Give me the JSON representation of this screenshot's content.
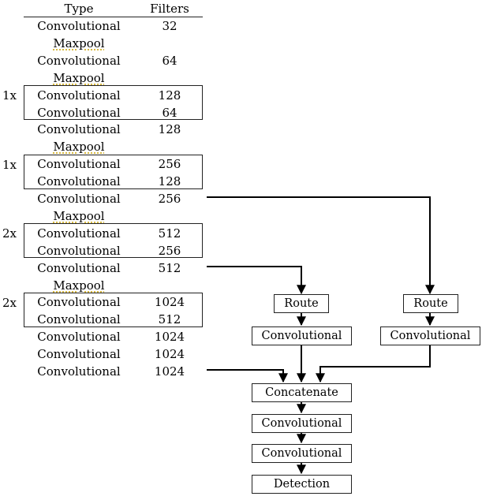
{
  "table": {
    "header_type": "Type",
    "header_filters": "Filters",
    "rows": [
      {
        "type": "Convolutional",
        "filters": "32"
      },
      {
        "type": "Maxpool",
        "filters": ""
      },
      {
        "type": "Convolutional",
        "filters": "64"
      },
      {
        "type": "Maxpool",
        "filters": ""
      },
      {
        "type": "Convolutional",
        "filters": "128"
      },
      {
        "type": "Convolutional",
        "filters": "64"
      },
      {
        "type": "Convolutional",
        "filters": "128"
      },
      {
        "type": "Maxpool",
        "filters": ""
      },
      {
        "type": "Convolutional",
        "filters": "256"
      },
      {
        "type": "Convolutional",
        "filters": "128"
      },
      {
        "type": "Convolutional",
        "filters": "256"
      },
      {
        "type": "Maxpool",
        "filters": ""
      },
      {
        "type": "Convolutional",
        "filters": "512"
      },
      {
        "type": "Convolutional",
        "filters": "256"
      },
      {
        "type": "Convolutional",
        "filters": "512"
      },
      {
        "type": "Maxpool",
        "filters": ""
      },
      {
        "type": "Convolutional",
        "filters": "1024"
      },
      {
        "type": "Convolutional",
        "filters": "512"
      },
      {
        "type": "Convolutional",
        "filters": "1024"
      },
      {
        "type": "Convolutional",
        "filters": "1024"
      },
      {
        "type": "Convolutional",
        "filters": "1024"
      }
    ],
    "repeats": [
      "1x",
      "1x",
      "2x",
      "2x"
    ]
  },
  "flow": {
    "route_a": "Route",
    "conv_a": "Convolutional",
    "route_b": "Route",
    "conv_b": "Convolutional",
    "concat": "Concatenate",
    "conv_c": "Convolutional",
    "conv_d": "Convolutional",
    "detection": "Detection"
  }
}
